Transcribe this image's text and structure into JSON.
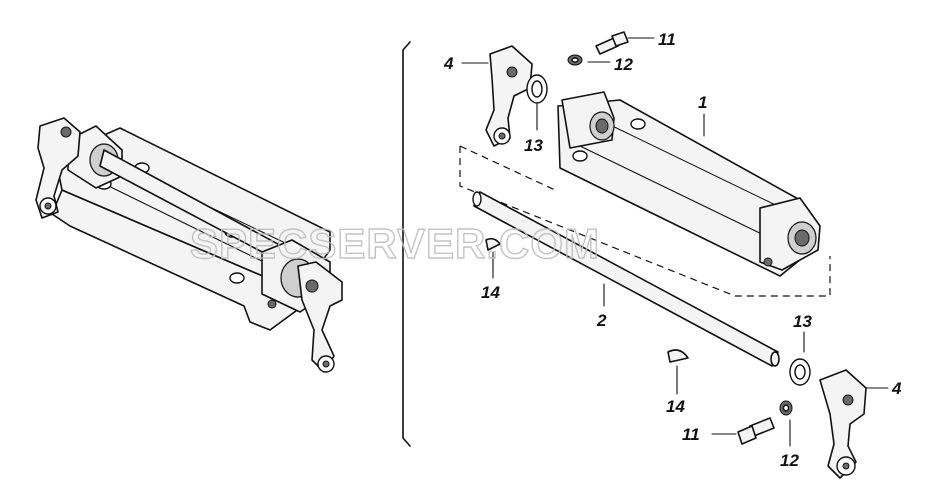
{
  "watermark": "SPECSERVER.COM",
  "callouts": [
    {
      "id": "c-4-top",
      "number": "4"
    },
    {
      "id": "c-11-top",
      "number": "11"
    },
    {
      "id": "c-12-top",
      "number": "12"
    },
    {
      "id": "c-13-top",
      "number": "13"
    },
    {
      "id": "c-1",
      "number": "1"
    },
    {
      "id": "c-14-left",
      "number": "14"
    },
    {
      "id": "c-2",
      "number": "2"
    },
    {
      "id": "c-13-bottom",
      "number": "13"
    },
    {
      "id": "c-4-bottom",
      "number": "4"
    },
    {
      "id": "c-14-bottom",
      "number": "14"
    },
    {
      "id": "c-11-bottom",
      "number": "11"
    },
    {
      "id": "c-12-bottom",
      "number": "12"
    }
  ]
}
